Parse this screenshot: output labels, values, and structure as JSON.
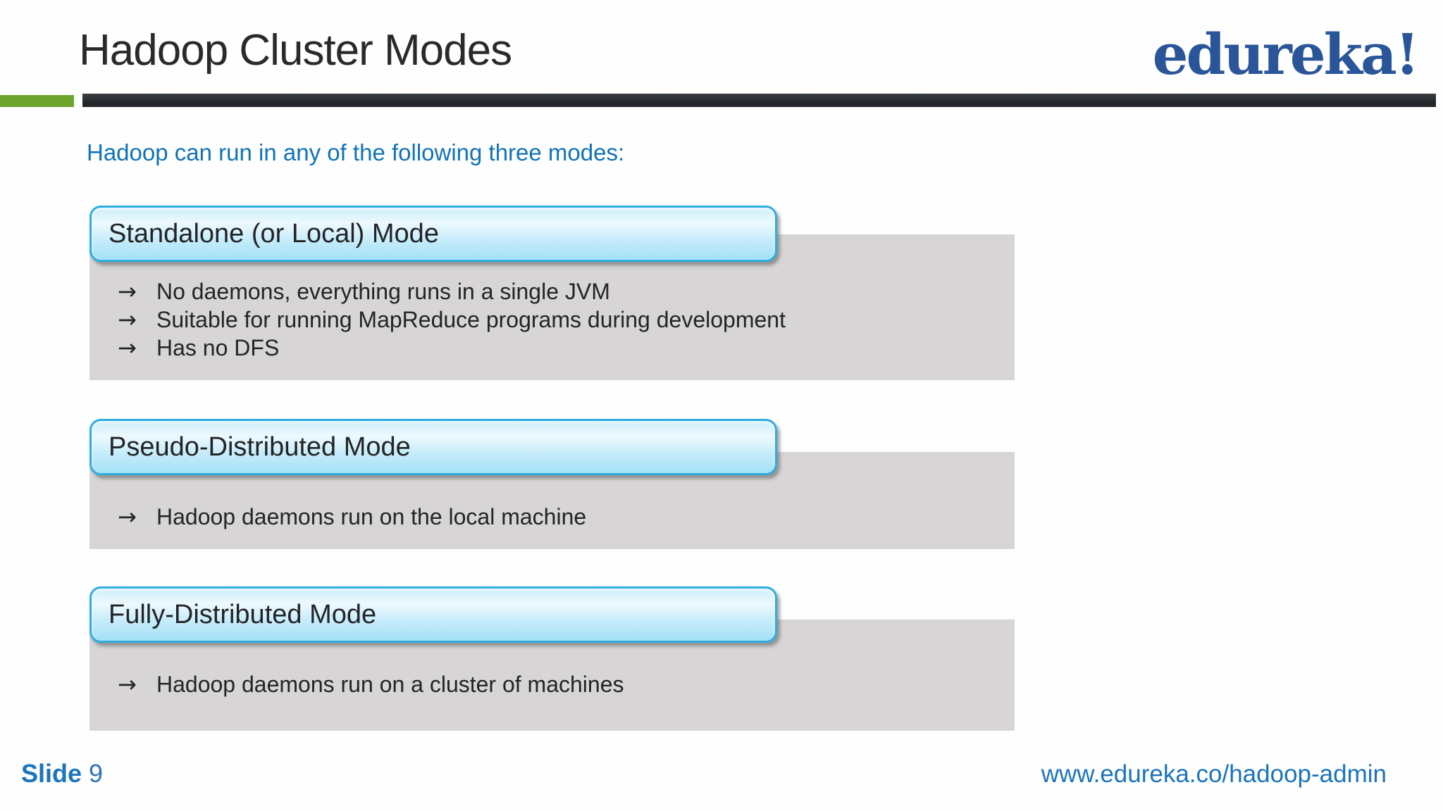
{
  "colors": {
    "brand-blue": "#2a5699",
    "intro-blue": "#1173b7",
    "link-blue": "#1b74bc",
    "slide-number-blue": "#2e74b5",
    "header-green": "#6ca42d",
    "panel-gray": "#d7d5d6",
    "box-border": "#2fadde",
    "box-grad-top": "#cdeefb",
    "box-grad-light": "#edf9fe",
    "box-grad-mid": "#c6ecfa",
    "box-grad-bottom": "#a3e1f6",
    "text-dark": "#232427",
    "title-dark": "#2a2a2a"
  },
  "slide": {
    "title": "Hadoop Cluster Modes",
    "brand": "edureka!",
    "intro": "Hadoop can run in any of the following three modes:",
    "bullet_glyph": "→",
    "sections": [
      {
        "heading": "Standalone (or Local) Mode",
        "bullets": [
          "No daemons, everything runs in a single JVM",
          "Suitable for running MapReduce programs during development",
          "Has no DFS"
        ]
      },
      {
        "heading": "Pseudo-Distributed Mode",
        "bullets": [
          "Hadoop daemons run on the local machine"
        ]
      },
      {
        "heading": "Fully-Distributed Mode",
        "bullets": [
          "Hadoop daemons run on a cluster of machines"
        ]
      }
    ],
    "footer": {
      "slide_label": "Slide",
      "slide_number": "9",
      "url": "www.edureka.co/hadoop-admin"
    }
  }
}
